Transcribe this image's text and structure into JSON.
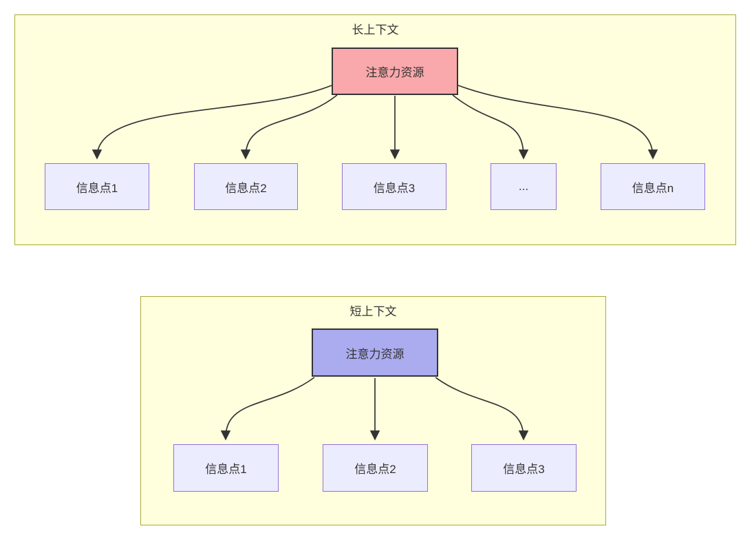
{
  "diagram": {
    "kind": "flowchart-comparison",
    "sections": [
      {
        "id": "long-context",
        "title": "长上下文",
        "source": {
          "label": "注意力资源",
          "fill": "#f9a8ab"
        },
        "targets": [
          {
            "label": "信息点1"
          },
          {
            "label": "信息点2"
          },
          {
            "label": "信息点3"
          },
          {
            "label": "..."
          },
          {
            "label": "信息点n"
          }
        ]
      },
      {
        "id": "short-context",
        "title": "短上下文",
        "source": {
          "label": "注意力资源",
          "fill": "#ababf0"
        },
        "targets": [
          {
            "label": "信息点1"
          },
          {
            "label": "信息点2"
          },
          {
            "label": "信息点3"
          }
        ]
      }
    ],
    "colors": {
      "cluster_fill": "#ffffde",
      "cluster_border": "#aaaa33",
      "target_node_fill": "#ececff",
      "target_node_border": "#9370db",
      "source_node_border": "#333333",
      "long_source_fill": "#f9a8ab",
      "short_source_fill": "#ababf0",
      "arrow": "#333333",
      "text": "#333333"
    }
  }
}
